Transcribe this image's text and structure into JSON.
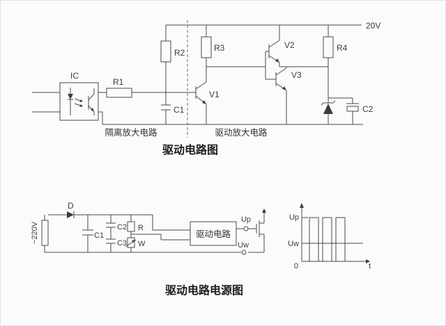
{
  "top_circuit": {
    "title": "驱动电路图",
    "supply_label": "20V",
    "ic": "IC",
    "r1": "R1",
    "r2": "R2",
    "r3": "R3",
    "r4": "R4",
    "c1": "C1",
    "c2": "C2",
    "v1": "V1",
    "v2": "V2",
    "v3": "V3",
    "section_left": "隔离放大电路",
    "section_right": "驱动放大电路"
  },
  "bottom_circuit": {
    "title": "驱动电路电源图",
    "source": "~220V",
    "d": "D",
    "c1": "C1",
    "c2": "C2",
    "c3": "C3",
    "r": "R",
    "w": "W",
    "block": "驱动电路",
    "up": "Up",
    "uw": "Uw",
    "plot": {
      "up": "Up",
      "uw": "Uw",
      "zero": "0",
      "t": "t"
    }
  }
}
